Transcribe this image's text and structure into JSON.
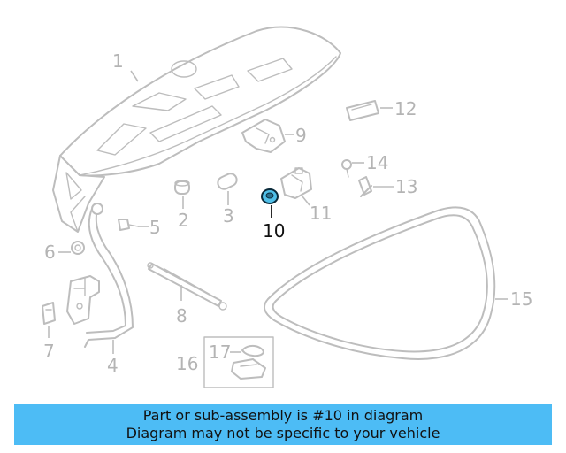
{
  "callouts": {
    "c1": "1",
    "c2": "2",
    "c3": "3",
    "c4": "4",
    "c5": "5",
    "c6": "6",
    "c7": "7",
    "c8": "8",
    "c9": "9",
    "c10": "10",
    "c11": "11",
    "c12": "12",
    "c13": "13",
    "c14": "14",
    "c15": "15",
    "c16": "16",
    "c17": "17"
  },
  "highlighted_part": "10",
  "colors": {
    "banner_bg": "#4dbcf5",
    "highlight_fill": "#4fbfe8",
    "part_stroke": "#bdbdbd"
  },
  "banner": {
    "line1": "Part or sub-assembly is #10 in diagram",
    "line2": "Diagram may not be specific to your vehicle"
  }
}
